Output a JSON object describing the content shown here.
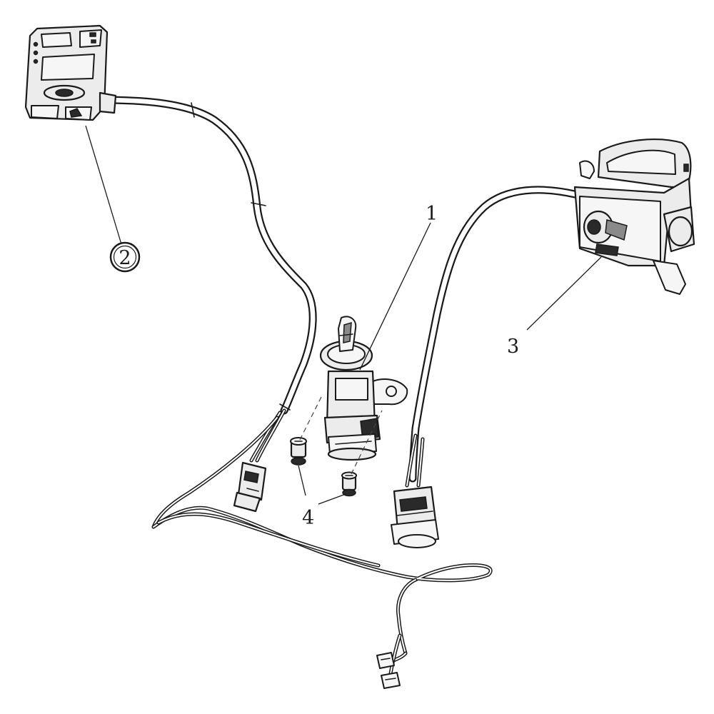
{
  "callouts": {
    "ignition_switch": "1",
    "left_switch": "2",
    "right_switch": "3",
    "screws": "4"
  }
}
